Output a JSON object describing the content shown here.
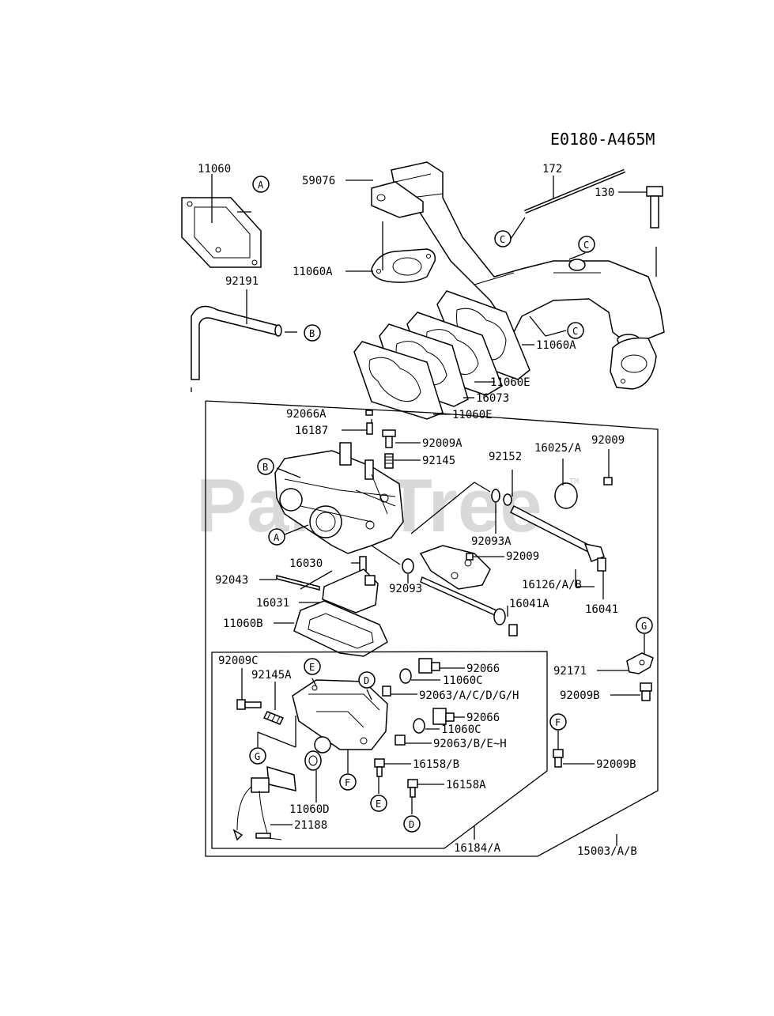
{
  "diagram": {
    "code": "E0180-A465M",
    "watermark": "PartsTree",
    "watermark_tm": "TM",
    "labels": {
      "p11060": "11060",
      "p92191": "92191",
      "p59076": "59076",
      "p11060A_top": "11060A",
      "p172": "172",
      "p130": "130",
      "p11060A_right": "11060A",
      "p11060E_1": "11060E",
      "p16073": "16073",
      "p11060E_2": "11060E",
      "p92066A": "92066A",
      "p16187": "16187",
      "p92009A": "92009A",
      "p92145": "92145",
      "p92152": "92152",
      "p16025A": "16025/A",
      "p92009_top": "92009",
      "p92093A": "92093A",
      "p16030": "16030",
      "p92009_mid": "92009",
      "p92043": "92043",
      "p16126AB": "16126/A/B",
      "p16031": "16031",
      "p92093": "92093",
      "p16041A": "16041A",
      "p16041": "16041",
      "p11060B": "11060B",
      "p92009C": "92009C",
      "p92066_1": "92066",
      "p92145A": "92145A",
      "p11060C_1": "11060C",
      "p92171": "92171",
      "p92063_1": "92063/A/C/D/G/H",
      "p92009B_1": "92009B",
      "p92066_2": "92066",
      "p11060C_2": "11060C",
      "p92063_2": "92063/B/E~H",
      "p16158B": "16158/B",
      "p92009B_2": "92009B",
      "p16158A": "16158A",
      "p11060D": "11060D",
      "p21188": "21188",
      "p16184A": "16184/A",
      "p15003AB": "15003/A/B"
    },
    "refs": {
      "A": "A",
      "B": "B",
      "C": "C",
      "D": "D",
      "E": "E",
      "F": "F",
      "G": "G"
    }
  }
}
